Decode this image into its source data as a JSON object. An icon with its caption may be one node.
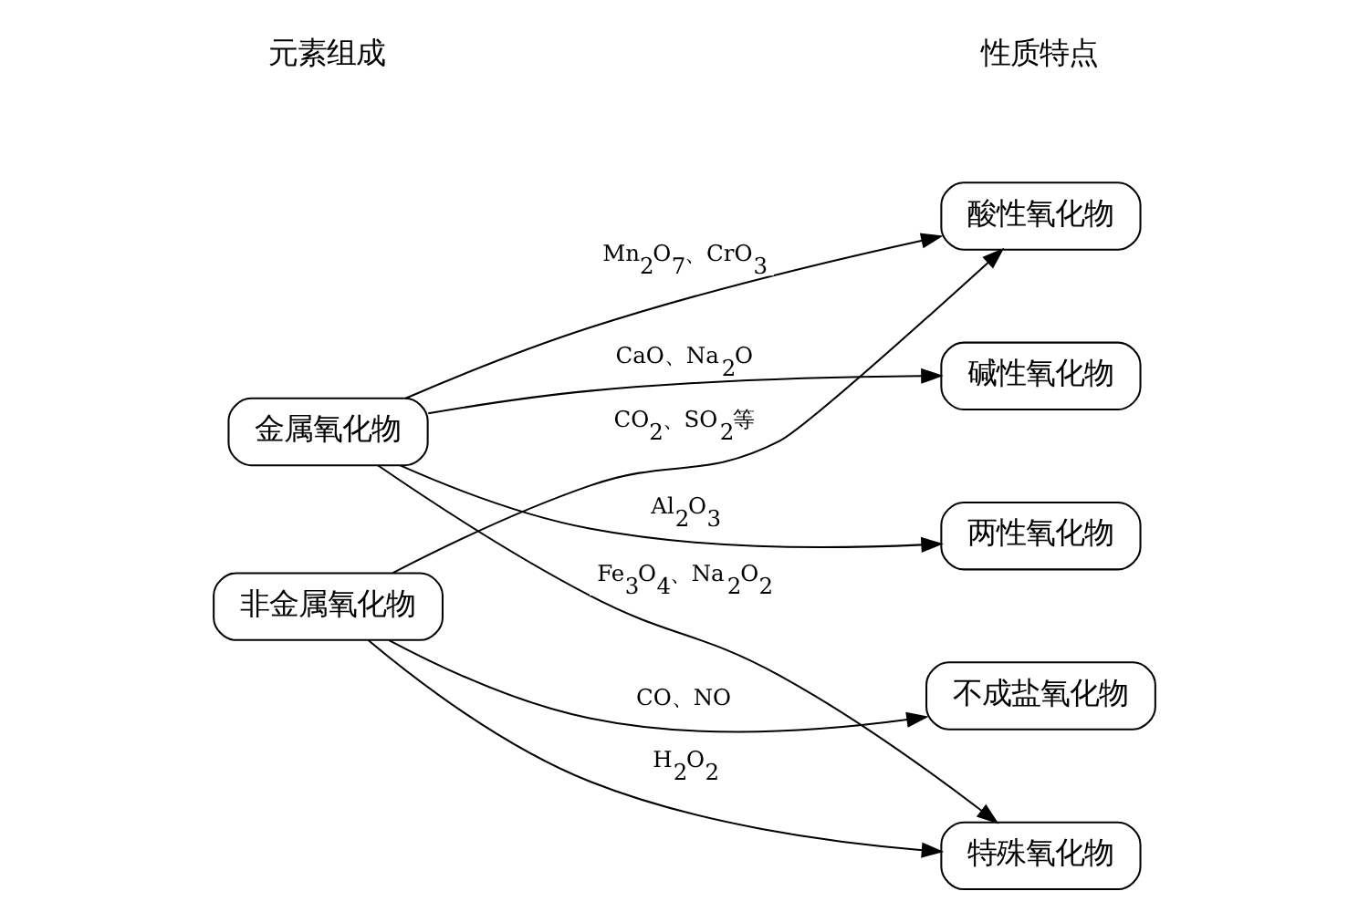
{
  "diagram": {
    "nodes": [
      {
        "text": [
          "金属氧化物"
        ]
      },
      {
        "text": [
          "非金属氧化物"
        ]
      },
      {
        "text": [
          "酸性氧化物"
        ]
      },
      {
        "text": [
          "碱性氧化物"
        ]
      },
      {
        "text": [
          "两性氧化物"
        ]
      },
      {
        "text": [
          "不成盐氧化物"
        ]
      },
      {
        "text": [
          "特殊氧化物"
        ]
      }
    ],
    "edges": [
      {
        "from": 0,
        "to": 2,
        "arrow": "to",
        "label": "Mn$_{2}$O$_{7}$、CrO$_{3}$"
      },
      {
        "from": 0,
        "to": 3,
        "arrow": "to",
        "label": "CaO、Na$_{2}$O"
      },
      {
        "from": 0,
        "to": 4,
        "arrow": "to",
        "label": "Al$_{2}$O$_{3}$"
      },
      {
        "from": 0,
        "to": 6,
        "arrow": "to",
        "label": "Fe$_{3}$O$_{4}$、Na$_{2}$O$_{2}$"
      },
      {
        "from": 1,
        "to": 2,
        "arrow": "to",
        "label": "CO$_{2}$、SO$_{2}$等"
      },
      {
        "from": 1,
        "to": 5,
        "arrow": "to",
        "label": "CO、NO"
      },
      {
        "from": 1,
        "to": 6,
        "arrow": "to",
        "label": "H$_{2}$O$_{2}$"
      }
    ],
    "labels": [
      "元素组成",
      "性质特点"
    ]
  }
}
